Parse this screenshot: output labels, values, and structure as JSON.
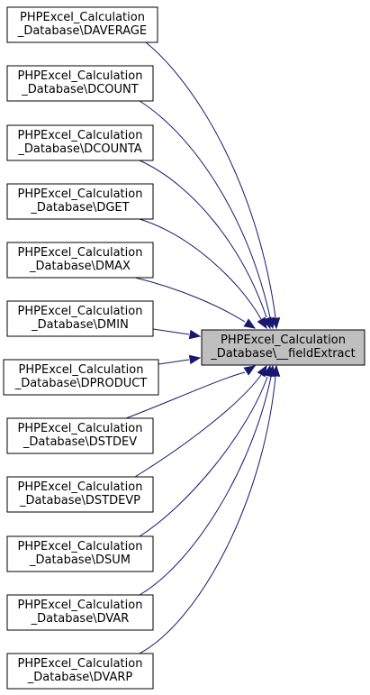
{
  "graph": {
    "target": {
      "line1": "PHPExcel_Calculation",
      "line2": "_Database\\__fieldExtract"
    },
    "callers": [
      {
        "line1": "PHPExcel_Calculation",
        "line2": "_Database\\DAVERAGE"
      },
      {
        "line1": "PHPExcel_Calculation",
        "line2": "_Database\\DCOUNT"
      },
      {
        "line1": "PHPExcel_Calculation",
        "line2": "_Database\\DCOUNTA"
      },
      {
        "line1": "PHPExcel_Calculation",
        "line2": "_Database\\DGET"
      },
      {
        "line1": "PHPExcel_Calculation",
        "line2": "_Database\\DMAX"
      },
      {
        "line1": "PHPExcel_Calculation",
        "line2": "_Database\\DMIN"
      },
      {
        "line1": "PHPExcel_Calculation",
        "line2": "_Database\\DPRODUCT"
      },
      {
        "line1": "PHPExcel_Calculation",
        "line2": "_Database\\DSTDEV"
      },
      {
        "line1": "PHPExcel_Calculation",
        "line2": "_Database\\DSTDEVP"
      },
      {
        "line1": "PHPExcel_Calculation",
        "line2": "_Database\\DSUM"
      },
      {
        "line1": "PHPExcel_Calculation",
        "line2": "_Database\\DVAR"
      },
      {
        "line1": "PHPExcel_Calculation",
        "line2": "_Database\\DVARP"
      }
    ]
  },
  "colors": {
    "edge": "#191970",
    "node_border": "#000000",
    "node_fill": "#ffffff",
    "target_fill": "#bfbfbf"
  }
}
